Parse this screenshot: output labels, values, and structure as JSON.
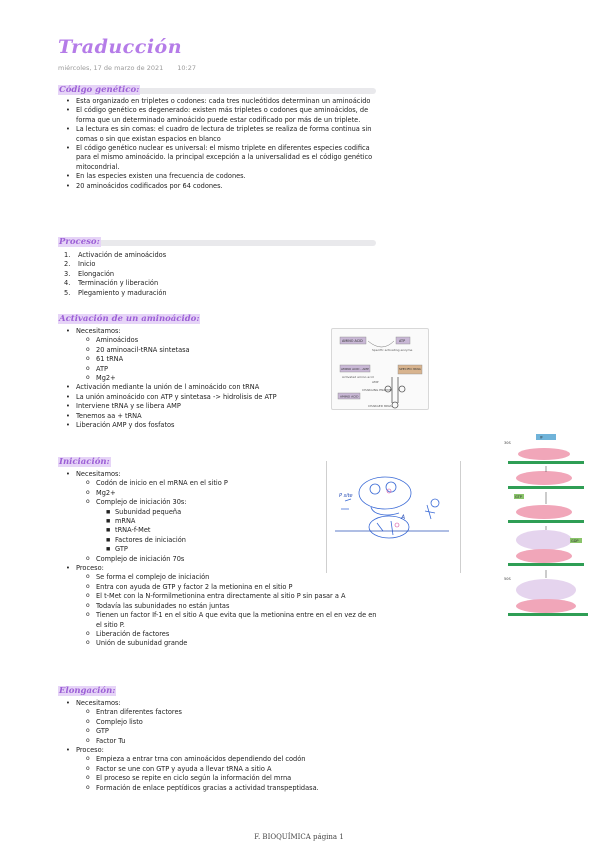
{
  "title": "Traducción",
  "date": "miércoles, 17 de marzo de 2021",
  "time": "10:27",
  "sections": {
    "codigo": {
      "header": "Código genético:",
      "items": [
        "Esta organizado en tripletes o codones: cada tres nucleótidos determinan un aminoácido",
        "El código genético es degenerado: existen más tripletes o codones que aminoácidos, de forma que un determinado aminoácido puede estar codificado por más de un triplete.",
        "La lectura es sin comas: el cuadro de lectura de tripletes se realiza de forma continua sin comas o sin que existan espacios en blanco",
        "El código genético nuclear es universal: el mismo triplete en diferentes especies codifica para el mismo aminoácido. la principal excepción a la universalidad es el código genético mitocondrial.",
        "En las especies existen una frecuencia de codones.",
        "20 aminoácidos codificados por 64 codones."
      ]
    },
    "proceso": {
      "header": "Proceso:",
      "items": [
        "Activación de aminoácidos",
        "Inicio",
        "Elongación",
        "Terminación y liberación",
        "Plegamiento y maduración"
      ]
    },
    "activacion": {
      "header": "Activación de un aminoácido:",
      "necesitamos": "Necesitamos:",
      "sub": [
        "Aminoácidos",
        "20 aminoacil-tRNA sintetasa",
        "61 tRNA",
        "ATP",
        "Mg2+"
      ],
      "items": [
        "Activación mediante la unión de l aminoácido con tRNA",
        "La unión aminoácido con ATP y sintetasa -> hidrolisis de ATP",
        "Interviene tRNA y se libera AMP",
        "Tenemos aa + tRNA",
        "Liberación AMP y dos fosfatos"
      ]
    },
    "iniciacion": {
      "header": "Iniciación:",
      "necesitamos": "Necesitamos:",
      "sub1": "Codón de inicio en el mRNA en el sitio P",
      "sub2": "Mg2+",
      "sub3": "Complejo de iniciación 30s:",
      "sub3_items": [
        "Subunidad pequeña",
        "mRNA",
        "tRNA-f-Met",
        "Factores de iniciación",
        "GTP"
      ],
      "sub4": "Complejo de iniciación 70s",
      "proceso": "Proceso:",
      "proceso_items": [
        "Se forma el complejo de iniciación",
        "Entra con ayuda de GTP y factor 2 la metionina en el sitio P",
        "El t-Met con la N-formilmetionina entra directamente al sitio P sin pasar a A",
        "Todavía las subunidades no están juntas",
        "Tienen un factor If-1 en el sitio A que evita que la metionina entre en el en vez de en el sitio P.",
        "Liberación de factores",
        "Unión de subunidad grande"
      ]
    },
    "elongacion": {
      "header": "Elongación:",
      "necesitamos": "Necesitamos:",
      "sub": [
        "Entran diferentes factores",
        "Complejo listo",
        "GTP",
        "Factor Tu"
      ],
      "proceso": "Proceso:",
      "proceso_items": [
        "Empieza a entrar trna con aminoácidos dependiendo del codón",
        "Factor se une con GTP y ayuda a llevar tRNA a sitio A",
        "El proceso se repite en ciclo según la información del mrna",
        "Formación de enlace peptídicos gracias a actividad transpeptidasa."
      ]
    }
  },
  "figures": {
    "fig1_labels": [
      "AMINO ACID",
      "ATP",
      "Specific activating enzyme",
      "AMINO ACID - AMP",
      "SPECIFIC tRNA",
      "Activated amino acid",
      "AMP",
      "CHARGING ENZYME",
      "AMINO ACID",
      "CHARGED tRNA"
    ],
    "fig2_labels": [
      "P site",
      "A"
    ],
    "fig3_labels": [
      "30S",
      "50S",
      "IF",
      "GTP",
      "GDP"
    ]
  },
  "footer": "F. BIOQUÍMICA página 1",
  "colors": {
    "accent": "#b57ce8",
    "highlight": "#e6d4f7"
  }
}
